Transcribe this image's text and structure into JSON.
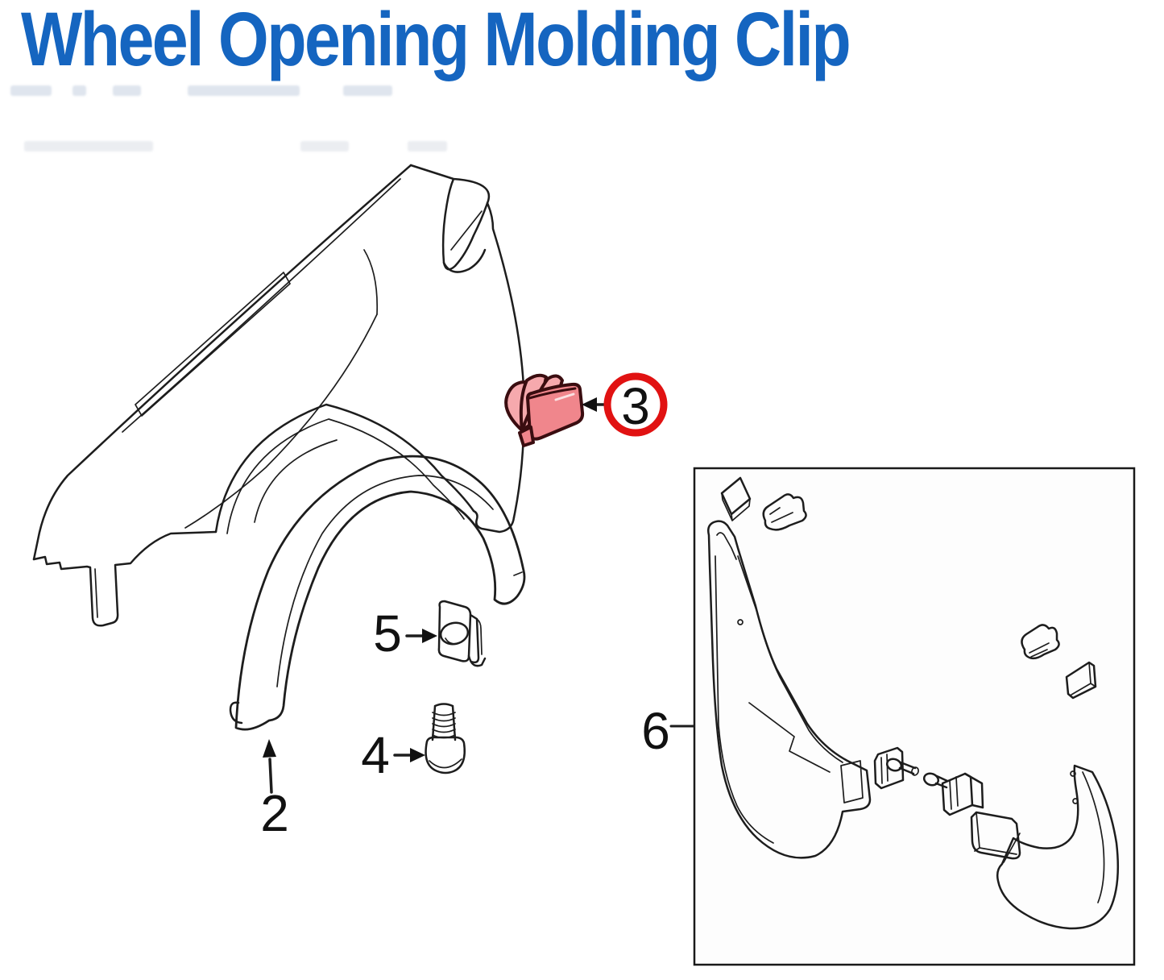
{
  "title": "Wheel Opening Molding Clip",
  "colors": {
    "title_blue": "#1565c0",
    "highlight_ring_red": "#e11212",
    "highlight_part_fill": "#f0868c",
    "highlight_part_fill_light": "#f6a9ad",
    "highlight_part_outline": "#3a0d10",
    "line_art": "#1d1d1d"
  },
  "callouts": {
    "molding": {
      "number": "2"
    },
    "clip_highlighted": {
      "number": "3"
    },
    "screw": {
      "number": "4"
    },
    "clip_nut": {
      "number": "5"
    },
    "splash_guard_kit": {
      "number": "6"
    }
  }
}
